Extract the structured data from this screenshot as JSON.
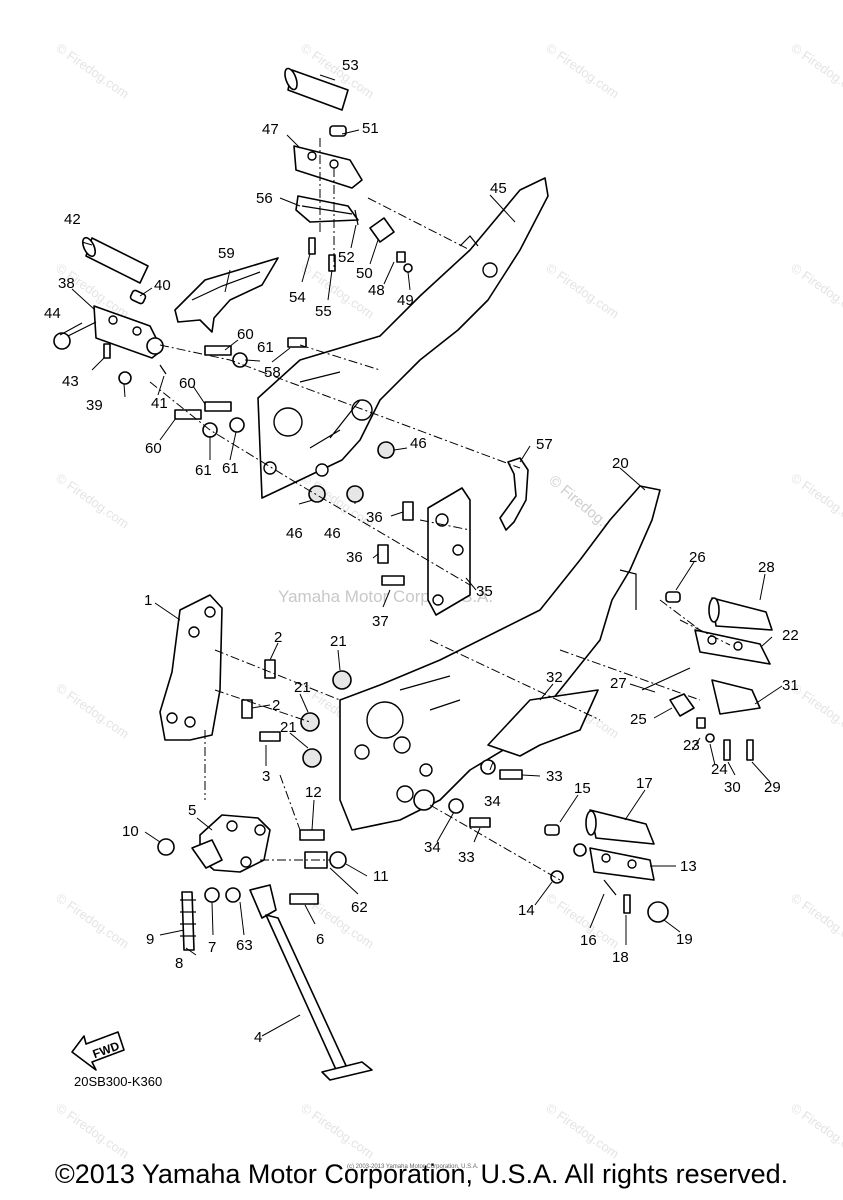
{
  "watermark": {
    "site_text": "Firedog.com",
    "diagonal_text": "© Firedog.com",
    "center_text": "Yamaha Motor Corp., U.S.A.",
    "tiny_text": "(c) 2003-2013 Yamaha Motor Corporation, U.S.A."
  },
  "diagram": {
    "code": "20SB300-K360",
    "fwd_label": "FWD",
    "callouts": [
      "1",
      "2",
      "2",
      "3",
      "4",
      "5",
      "6",
      "7",
      "8",
      "9",
      "10",
      "11",
      "12",
      "13",
      "14",
      "15",
      "16",
      "17",
      "18",
      "19",
      "20",
      "21",
      "21",
      "21",
      "22",
      "23",
      "24",
      "25",
      "26",
      "27",
      "28",
      "29",
      "30",
      "31",
      "32",
      "33",
      "33",
      "34",
      "34",
      "35",
      "36",
      "36",
      "37",
      "38",
      "39",
      "40",
      "41",
      "42",
      "43",
      "44",
      "45",
      "46",
      "46",
      "46",
      "47",
      "48",
      "49",
      "50",
      "51",
      "52",
      "53",
      "54",
      "55",
      "56",
      "57",
      "58",
      "59",
      "60",
      "60",
      "60",
      "61",
      "61",
      "61",
      "62",
      "63"
    ]
  },
  "footer": {
    "copyright": "©2013 Yamaha Motor Corporation, U.S.A. All rights reserved."
  }
}
